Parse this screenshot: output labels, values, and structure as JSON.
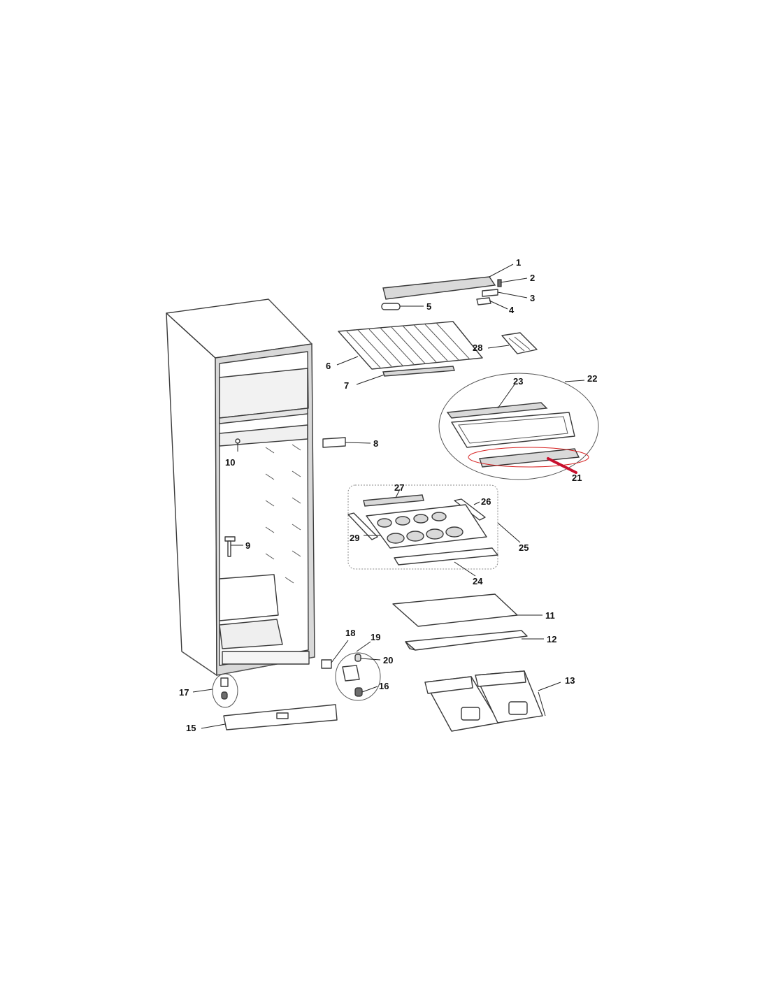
{
  "callouts": [
    "1",
    "2",
    "3",
    "4",
    "5",
    "6",
    "7",
    "8",
    "9",
    "10",
    "11",
    "12",
    "13",
    "15",
    "16",
    "17",
    "18",
    "19",
    "20",
    "21",
    "22",
    "23",
    "24",
    "25",
    "26",
    "27",
    "28",
    "29"
  ],
  "highlight": {
    "part": "21",
    "color": "#c8102e"
  }
}
